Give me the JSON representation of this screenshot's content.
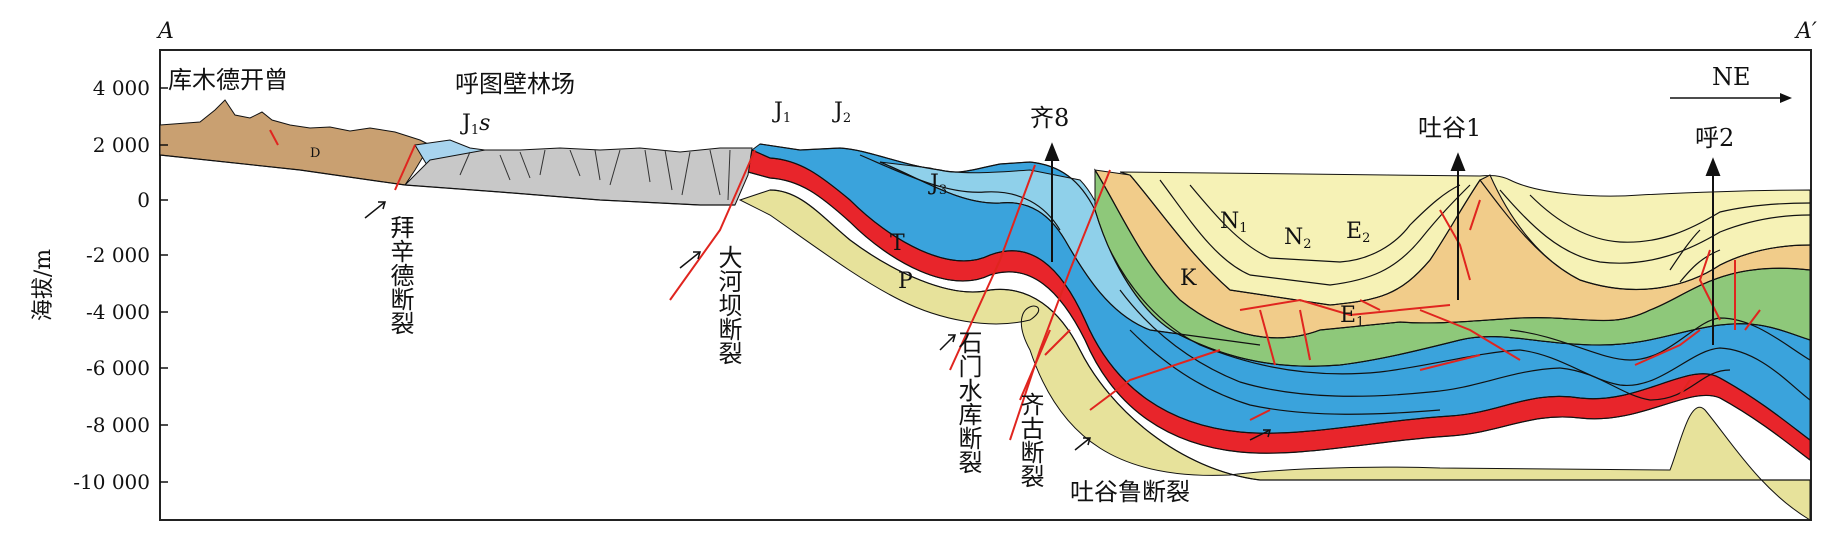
{
  "corners": {
    "left": "A",
    "right": "A′"
  },
  "y_axis": {
    "label": "海拔/m",
    "ticks": [
      "4 000",
      "2 000",
      "0",
      "-2 000",
      "-4 000",
      "-6 000",
      "-8 000",
      "-10 000"
    ]
  },
  "direction": "NE",
  "places": {
    "kumu": "库木德开曾",
    "hutubi": "呼图壁林场"
  },
  "wells": {
    "qi8": "齐8",
    "tugu1": "吐谷1",
    "hu2": "呼2"
  },
  "faults": {
    "baixinde": "拜辛德断裂",
    "dahebei": "大河坝断裂",
    "shimen": "石门水库断裂",
    "qigu": "齐古断裂",
    "tugulu": "吐谷鲁断裂"
  },
  "strata": {
    "D": "D",
    "J1s": {
      "main": "J",
      "sub": "1",
      "suffix": "s"
    },
    "J1": {
      "main": "J",
      "sub": "1"
    },
    "J2": {
      "main": "J",
      "sub": "2"
    },
    "J3": {
      "main": "J",
      "sub": "3"
    },
    "T": "T",
    "P": "P",
    "K": "K",
    "N1": {
      "main": "N",
      "sub": "1"
    },
    "N2": {
      "main": "N",
      "sub": "2"
    },
    "E2": {
      "main": "E",
      "sub": "2"
    },
    "E1": {
      "main": "E",
      "sub": "1"
    }
  },
  "colors": {
    "devonian": "#c9a071",
    "jurassic_lower": "#a8d4ee",
    "jurassic_blue": "#3aa3dc",
    "jurassic_light": "#8fd0ea",
    "triassic": "#e8252b",
    "permian": "#e7e29b",
    "cretaceous": "#8ec87a",
    "paleogene": "#f1cc8a",
    "neogene": "#f6f2b6",
    "grey_unit": "#c8c8c8",
    "fault": "#e0251f"
  }
}
